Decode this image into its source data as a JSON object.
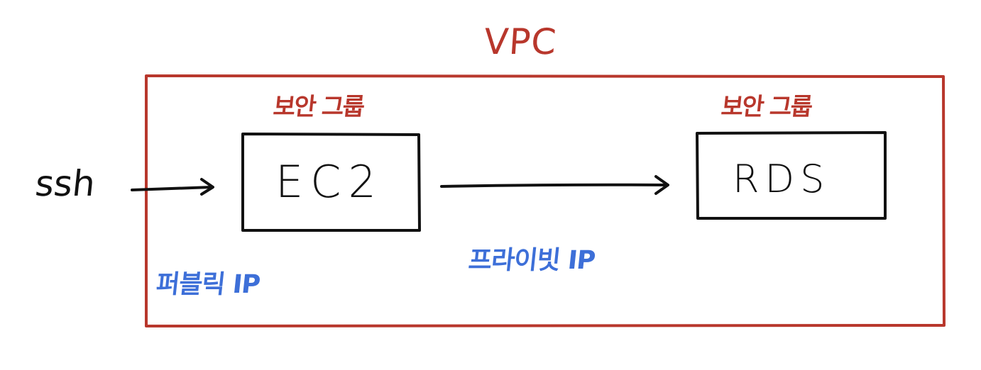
{
  "vpc": {
    "label": "VPC",
    "border_color": "#b8372c"
  },
  "nodes": {
    "ec2": {
      "label": "EC2",
      "security_group_label": "보안 그룹"
    },
    "rds": {
      "label": "RDS",
      "security_group_label": "보안 그룹"
    }
  },
  "source": {
    "label": "ssh"
  },
  "edges": {
    "public_ip_label": "퍼블릭 IP",
    "private_ip_label": "프라이빗 IP"
  },
  "colors": {
    "annotation_red": "#b8372c",
    "annotation_blue": "#3d6fd8",
    "ink": "#111111"
  }
}
